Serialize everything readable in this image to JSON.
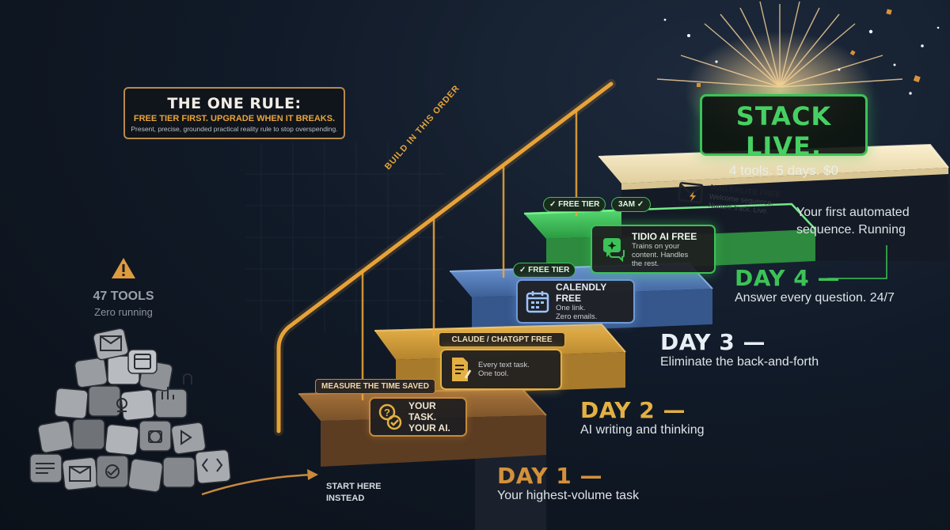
{
  "rule": {
    "title": "THE ONE RULE:",
    "subtitle": "FREE TIER FIRST. UPGRADE WHEN IT BREAKS.",
    "note": "Present, precise, grounded practical reality rule to stop overspending."
  },
  "warning": {
    "count_label": "47 TOOLS",
    "sub_label": "Zero running",
    "icon": "warning-triangle"
  },
  "rail_label": "BUILD IN THIS ORDER",
  "start": {
    "line1": "START HERE",
    "line2": "INSTEAD"
  },
  "days": [
    {
      "title": "DAY 1 —",
      "desc": "Your highest-volume task",
      "color": "#d4913b"
    },
    {
      "title": "DAY 2 —",
      "desc": "AI writing and thinking",
      "color": "#e3b043"
    },
    {
      "title": "DAY 3 —",
      "desc": "Eliminate the back-and-forth",
      "color": "#e8eef6"
    },
    {
      "title": "DAY 4 —",
      "desc": "Answer every question. 24/7",
      "color": "#3cc257"
    }
  ],
  "cards": {
    "measure_tag": "MEASURE THE TIME SAVED",
    "task": {
      "line1": "YOUR TASK.",
      "line2": "YOUR AI.",
      "icon": "question-check-icon"
    },
    "claude": {
      "title": "CLAUDE / CHATGPT FREE",
      "desc1": "Every text task.",
      "desc2": "One tool.",
      "icon": "document-pen-icon"
    },
    "calendly": {
      "tag": "FREE TIER",
      "title": "CALENDLY FREE",
      "desc1": "One link.",
      "desc2": "Zero emails.",
      "icon": "calendar-icon"
    },
    "tidio": {
      "tag": "FREE TIER",
      "chip": "3AM",
      "title": "TIDIO AI FREE",
      "desc1": "Trains on your",
      "desc2": "content. Handles",
      "desc3": "the rest.",
      "icon": "chat-sparkle-icon"
    },
    "mailerlite": {
      "title": "MAILERLITE FREE",
      "desc1": "Welcome sequence.",
      "desc2": "Nurture track. Live.",
      "icon": "mail-bolt-icon"
    }
  },
  "stack": {
    "title": "STACK LIVE.",
    "sub": "4 tools. 5 days. $0"
  },
  "automation": {
    "line1": "Your first automated",
    "line2": "sequence. Running"
  },
  "colors": {
    "orange": "#d4913b",
    "gold": "#e3b043",
    "blue": "#5b8fd6",
    "green": "#3cc257",
    "background": "#111a28"
  },
  "pile_icons": [
    "mail-icon",
    "calendar-icon",
    "chart-icon",
    "document-icon",
    "image-icon",
    "robot-icon",
    "microphone-icon",
    "play-icon",
    "gear-icon",
    "chat-icon",
    "code-icon",
    "megaphone-icon",
    "camera-icon",
    "list-icon"
  ]
}
